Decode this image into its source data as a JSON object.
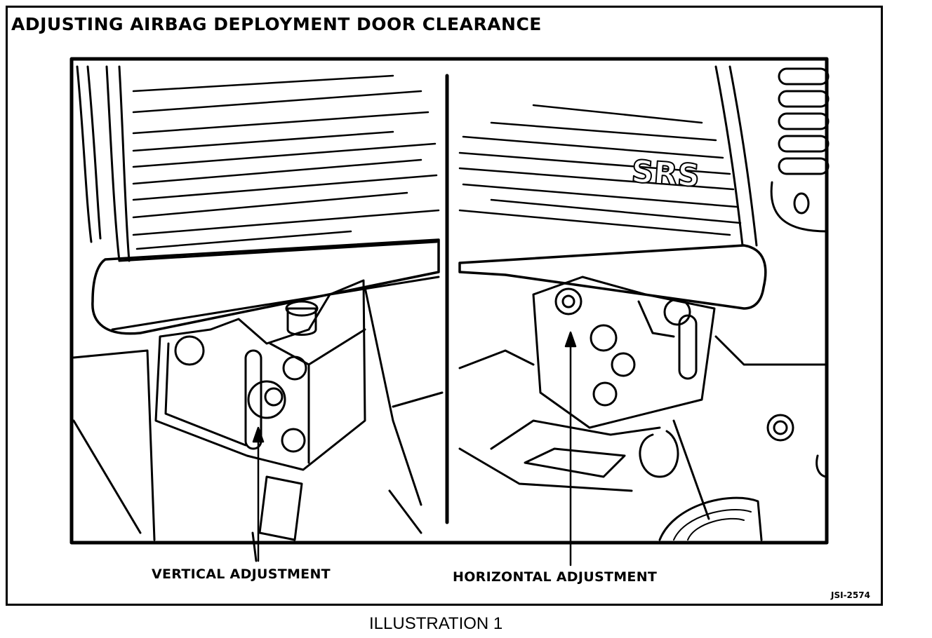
{
  "diagram": {
    "title": "ADJUSTING AIRBAG DEPLOYMENT DOOR CLEARANCE",
    "callouts": {
      "vertical": "VERTICAL ADJUSTMENT",
      "horizontal": "HORIZONTAL ADJUSTMENT"
    },
    "panel_text": "SRS",
    "figure_code": "JSI-2574",
    "caption": "ILLUSTRATION 1"
  },
  "colors": {
    "ink": "#000000",
    "paper": "#ffffff"
  }
}
